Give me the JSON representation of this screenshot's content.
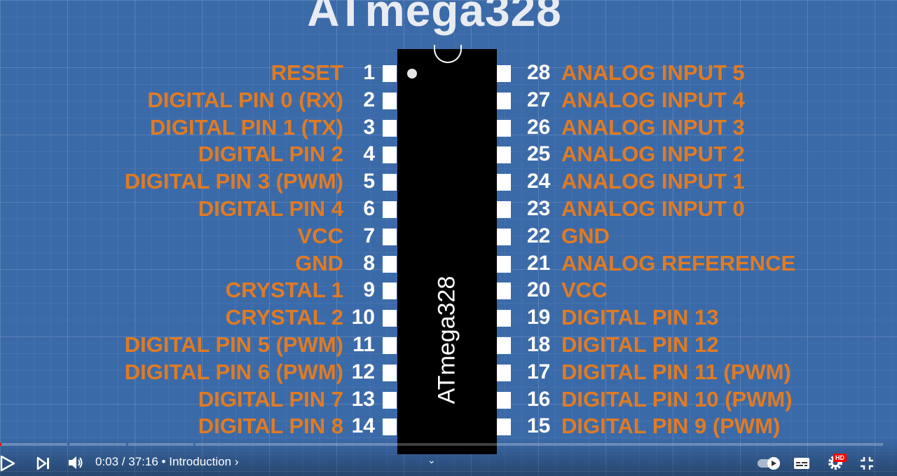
{
  "video": {
    "title": "ATmega328",
    "chip_label": "ATmega328",
    "colors": {
      "background": "#3b6aa9",
      "label": "#e07b22",
      "number": "#ffffff",
      "chip": "#000000"
    },
    "left_pins": [
      {
        "num": "1",
        "label": "RESET"
      },
      {
        "num": "2",
        "label": "DIGITAL PIN 0 (RX)"
      },
      {
        "num": "3",
        "label": "DIGITAL PIN 1 (TX)"
      },
      {
        "num": "4",
        "label": "DIGITAL PIN 2"
      },
      {
        "num": "5",
        "label": "DIGITAL PIN 3 (PWM)"
      },
      {
        "num": "6",
        "label": "DIGITAL PIN 4"
      },
      {
        "num": "7",
        "label": "VCC"
      },
      {
        "num": "8",
        "label": "GND"
      },
      {
        "num": "9",
        "label": "CRYSTAL 1"
      },
      {
        "num": "10",
        "label": "CRYSTAL 2"
      },
      {
        "num": "11",
        "label": "DIGITAL PIN 5 (PWM)"
      },
      {
        "num": "12",
        "label": "DIGITAL PIN 6 (PWM)"
      },
      {
        "num": "13",
        "label": "DIGITAL PIN 7"
      },
      {
        "num": "14",
        "label": "DIGITAL PIN 8"
      }
    ],
    "right_pins": [
      {
        "num": "28",
        "label": "ANALOG INPUT 5"
      },
      {
        "num": "27",
        "label": "ANALOG INPUT 4"
      },
      {
        "num": "26",
        "label": "ANALOG INPUT 3"
      },
      {
        "num": "25",
        "label": "ANALOG INPUT 2"
      },
      {
        "num": "24",
        "label": "ANALOG INPUT 1"
      },
      {
        "num": "23",
        "label": "ANALOG INPUT 0"
      },
      {
        "num": "22",
        "label": "GND"
      },
      {
        "num": "21",
        "label": "ANALOG REFERENCE"
      },
      {
        "num": "20",
        "label": "VCC"
      },
      {
        "num": "19",
        "label": "DIGITAL PIN 13"
      },
      {
        "num": "18",
        "label": "DIGITAL PIN 12"
      },
      {
        "num": "17",
        "label": "DIGITAL PIN 11 (PWM)"
      },
      {
        "num": "16",
        "label": "DIGITAL PIN 10 (PWM)"
      },
      {
        "num": "15",
        "label": "DIGITAL PIN 9 (PWM)"
      }
    ]
  },
  "player": {
    "current_time": "0:03",
    "duration": "37:16",
    "time_display": "0:03 / 37:16",
    "chapter": "Introduction",
    "chapter_separator": "•",
    "progress_fraction": 0.0013,
    "hd_badge": "HD",
    "icons": [
      "play-icon",
      "next-icon",
      "volume-icon",
      "chapter-chevron-icon",
      "expand-chevron-icon",
      "autoplay-toggle-icon",
      "subtitles-icon",
      "settings-icon",
      "exit-fullscreen-icon"
    ]
  }
}
